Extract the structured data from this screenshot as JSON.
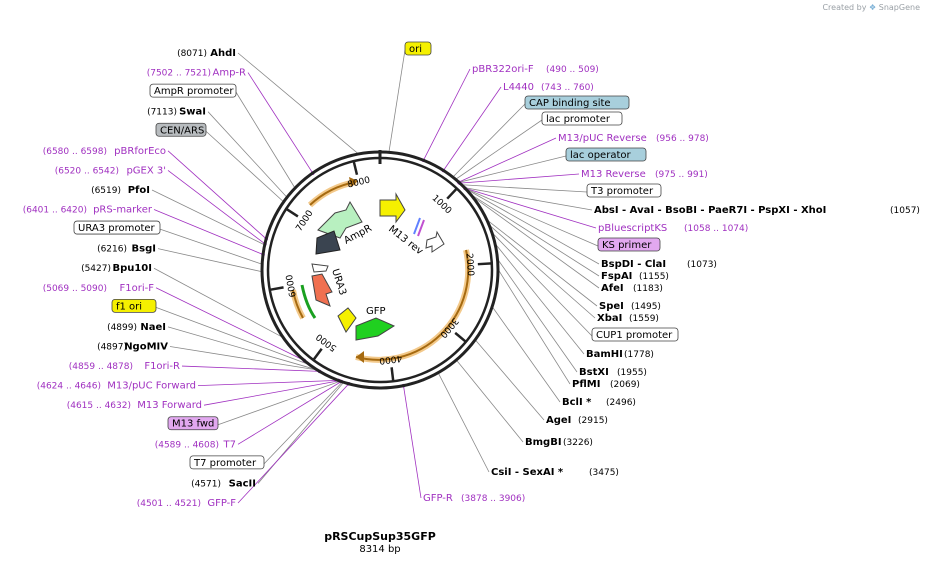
{
  "watermark": {
    "created_by": "Created by",
    "brand": "SnapGene"
  },
  "plasmid": {
    "name": "pRSCupSup35GFP",
    "size_label": "8314 bp",
    "length": 8314
  },
  "colors": {
    "primer": "#a030c0",
    "enzyme": "#000000",
    "yellow_box": "#f5f000",
    "blue_box": "#a8cfdc",
    "grey_box": "#b8bcbf",
    "lilac_box": "#e2a8f0",
    "ampr": "#b8f0c0",
    "ura3": "#f07050",
    "gfp": "#20d020",
    "ori": "#f5f000",
    "cen": "#3a4450"
  },
  "ticks": [
    "1000",
    "2000",
    "3000",
    "4000",
    "5000",
    "6000",
    "7000",
    "8000"
  ],
  "inner_labels": [
    {
      "text": "AmpR"
    },
    {
      "text": "M13 rev"
    },
    {
      "text": "URA3"
    },
    {
      "text": "GFP"
    }
  ],
  "left_labels": [
    {
      "kind": "site",
      "num": "(8071)",
      "name": "AhdI",
      "pos": 8071
    },
    {
      "kind": "primer",
      "num": "(7502 .. 7521)",
      "name": "Amp-R",
      "pos": 7511
    },
    {
      "kind": "box",
      "style": "white",
      "name": "AmpR promoter",
      "pos": 7250
    },
    {
      "kind": "site",
      "num": "(7113)",
      "name": "SwaI",
      "pos": 7113
    },
    {
      "kind": "box",
      "style": "grey",
      "name": "CEN/ARS",
      "pos": 7050
    },
    {
      "kind": "primer",
      "num": "(6580 .. 6598)",
      "name": "pBRforEco",
      "pos": 6589
    },
    {
      "kind": "primer",
      "num": "(6520 .. 6542)",
      "name": "pGEX 3'",
      "pos": 6531
    },
    {
      "kind": "site",
      "num": "(6519)",
      "name": "PfoI",
      "pos": 6519
    },
    {
      "kind": "primer",
      "num": "(6401 .. 6420)",
      "name": "pRS-marker",
      "pos": 6410
    },
    {
      "kind": "box",
      "style": "white",
      "name": "URA3 promoter",
      "pos": 6300
    },
    {
      "kind": "site",
      "num": "(6216)",
      "name": "BsgI",
      "pos": 6216
    },
    {
      "kind": "site",
      "num": "(5427)",
      "name": "Bpu10I",
      "pos": 5427
    },
    {
      "kind": "primer",
      "num": "(5069 .. 5090)",
      "name": "F1ori-F",
      "pos": 5079
    },
    {
      "kind": "box",
      "style": "yellow",
      "name": "f1 ori",
      "pos": 5000
    },
    {
      "kind": "site",
      "num": "(4899)",
      "name": "NaeI",
      "pos": 4899
    },
    {
      "kind": "site",
      "num": "(4897)",
      "name": "NgoMIV",
      "pos": 4897
    },
    {
      "kind": "primer",
      "num": "(4859 .. 4878)",
      "name": "F1ori-R",
      "pos": 4868
    },
    {
      "kind": "primer",
      "num": "(4624 .. 4646)",
      "name": "M13/pUC Forward",
      "pos": 4635
    },
    {
      "kind": "primer",
      "num": "(4615 .. 4632)",
      "name": "M13 Forward",
      "pos": 4623
    },
    {
      "kind": "box",
      "style": "lilac",
      "name": "M13 fwd",
      "pos": 4610
    },
    {
      "kind": "primer",
      "num": "(4589 .. 4608)",
      "name": "T7",
      "pos": 4598
    },
    {
      "kind": "box",
      "style": "white",
      "name": "T7 promoter",
      "pos": 4585
    },
    {
      "kind": "site",
      "num": "(4571)",
      "name": "SacII",
      "pos": 4571
    },
    {
      "kind": "primer",
      "num": "(4501 .. 4521)",
      "name": "GFP-F",
      "pos": 4511
    }
  ],
  "right_labels": [
    {
      "kind": "box",
      "style": "yellow",
      "name": "ori",
      "pos": 100
    },
    {
      "kind": "primer",
      "name": "pBR322ori-F",
      "num": "(490 .. 509)",
      "pos": 499
    },
    {
      "kind": "primer",
      "name": "L4440",
      "num": "(743 .. 760)",
      "pos": 751
    },
    {
      "kind": "box",
      "style": "blue",
      "name": "CAP binding site",
      "pos": 880
    },
    {
      "kind": "box",
      "style": "white",
      "name": "lac promoter",
      "pos": 920
    },
    {
      "kind": "primer",
      "name": "M13/pUC Reverse",
      "num": "(956 .. 978)",
      "pos": 967
    },
    {
      "kind": "box",
      "style": "blue",
      "name": "lac operator",
      "pos": 970
    },
    {
      "kind": "primer",
      "name": "M13 Reverse",
      "num": "(975 .. 991)",
      "pos": 983
    },
    {
      "kind": "box",
      "style": "white",
      "name": "T3 promoter",
      "pos": 1010
    },
    {
      "kind": "site",
      "name": "AbsI  - AvaI  - BsoBI  - PaeR7I  - PspXI  - XhoI",
      "num": "(1057)",
      "pos": 1057
    },
    {
      "kind": "primer",
      "name": "pBluescriptKS",
      "num": "(1058 .. 1074)",
      "pos": 1066
    },
    {
      "kind": "box",
      "style": "lilac",
      "name": "KS primer",
      "pos": 1070
    },
    {
      "kind": "site",
      "name": "BspDI  - ClaI",
      "num": "(1073)",
      "pos": 1073
    },
    {
      "kind": "site",
      "name": "FspAI",
      "num": "(1155)",
      "pos": 1155
    },
    {
      "kind": "site",
      "name": "AfeI",
      "num": "(1183)",
      "pos": 1183
    },
    {
      "kind": "site",
      "name": "SpeI",
      "num": "(1495)",
      "pos": 1495
    },
    {
      "kind": "site",
      "name": "XbaI",
      "num": "(1559)",
      "pos": 1559
    },
    {
      "kind": "box",
      "style": "white",
      "name": "CUP1 promoter",
      "pos": 1650
    },
    {
      "kind": "site",
      "name": "BamHI",
      "num": "(1778)",
      "pos": 1778
    },
    {
      "kind": "site",
      "name": "BstXI",
      "num": "(1955)",
      "pos": 1955
    },
    {
      "kind": "site",
      "name": "PflMI",
      "num": "(2069)",
      "pos": 2069
    },
    {
      "kind": "site",
      "name": "BclI *",
      "num": "(2496)",
      "pos": 2496
    },
    {
      "kind": "site",
      "name": "AgeI",
      "num": "(2915)",
      "pos": 2915
    },
    {
      "kind": "site",
      "name": "BmgBI",
      "num": "(3226)",
      "pos": 3226
    },
    {
      "kind": "site",
      "name": "CsiI  - SexAI *",
      "num": "(3475)",
      "pos": 3475
    },
    {
      "kind": "primer",
      "name": "GFP-R",
      "num": "(3878 .. 3906)",
      "pos": 3892
    }
  ]
}
